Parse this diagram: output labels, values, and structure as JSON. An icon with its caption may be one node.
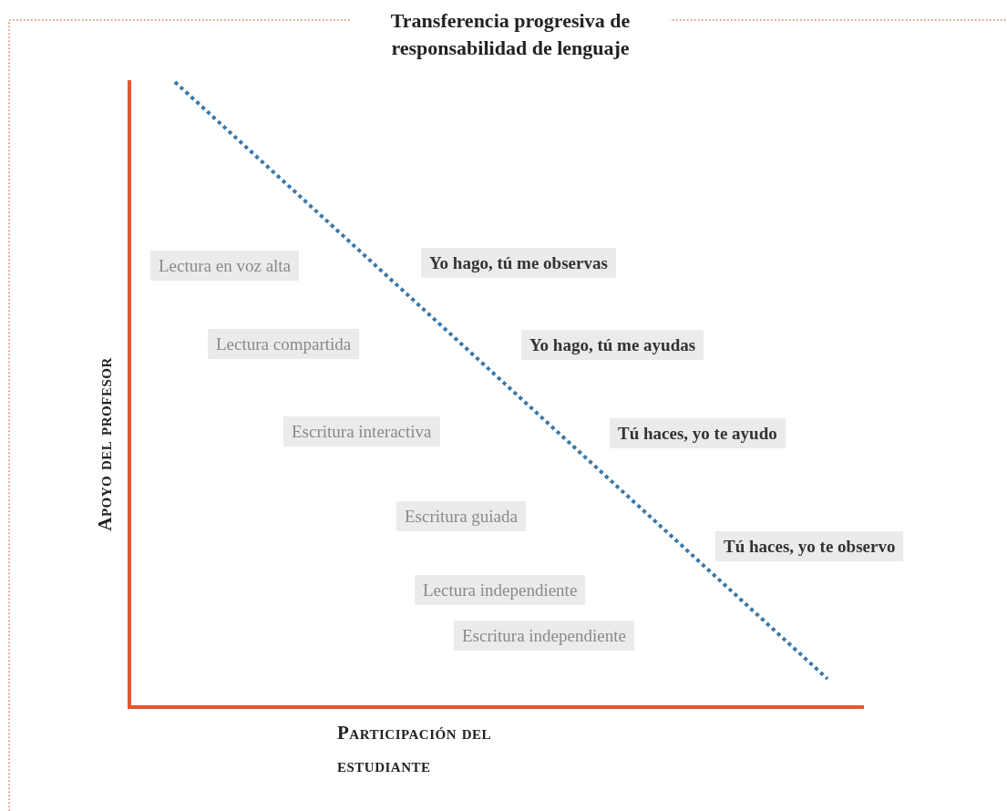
{
  "diagram": {
    "title": "Transferencia progresiva de responsabilidad de lenguaje",
    "nodes": [
      {
        "text": [
          "Lectura en voz alta"
        ]
      },
      {
        "text": [
          "Yo hago, tú me observas"
        ]
      },
      {
        "text": [
          "Lectura compartida"
        ]
      },
      {
        "text": [
          "Yo hago, tú me ayudas"
        ]
      },
      {
        "text": [
          "Escritura interactiva"
        ]
      },
      {
        "text": [
          "Tú haces, yo te ayudo"
        ]
      },
      {
        "text": [
          "Escritura guiada"
        ]
      },
      {
        "text": [
          "Tú haces, yo te observo"
        ]
      },
      {
        "text": [
          "Lectura independiente"
        ]
      },
      {
        "text": [
          "Escritura independiente"
        ]
      }
    ],
    "labels": [
      "Apoyo del profesor",
      "Participación del estudiante"
    ]
  }
}
